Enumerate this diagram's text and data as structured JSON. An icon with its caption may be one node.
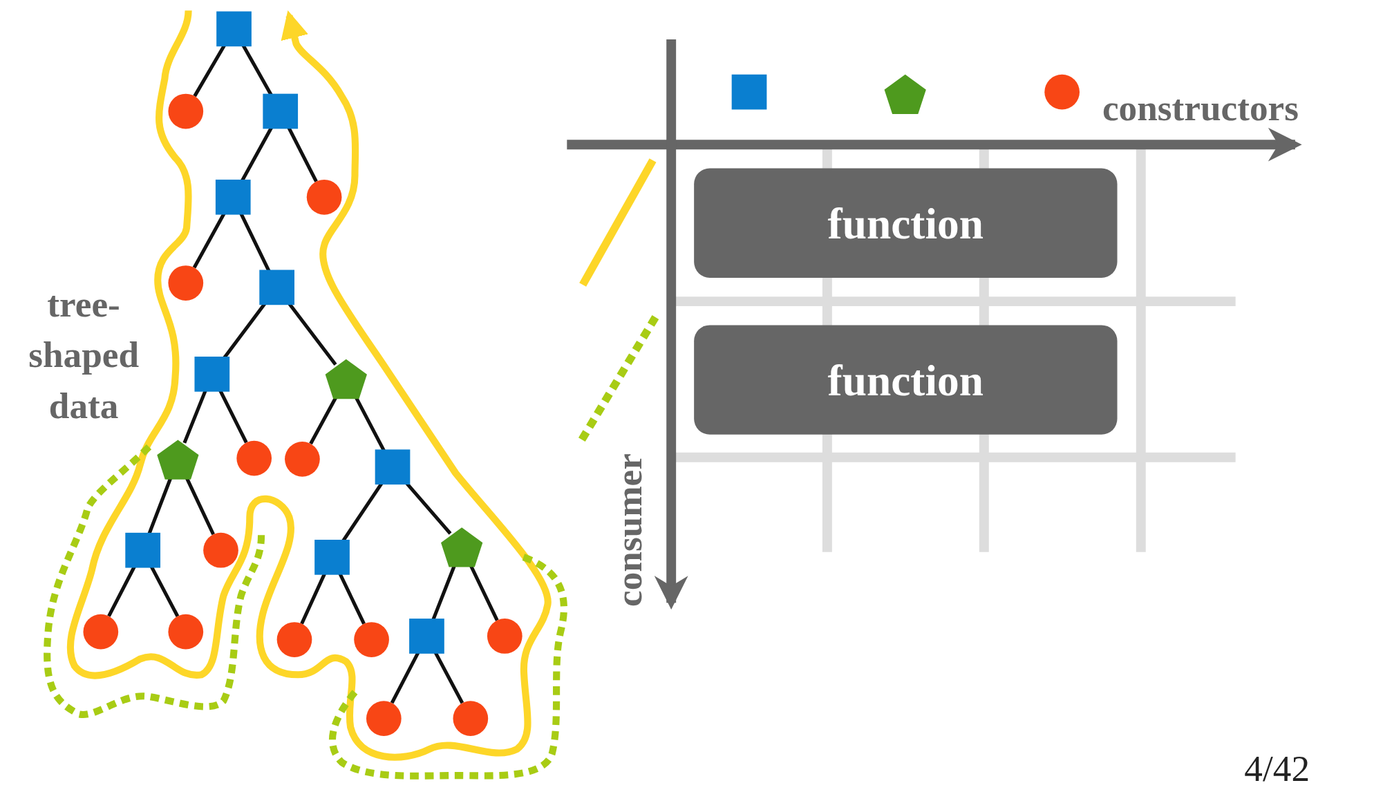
{
  "diagram": {
    "nodes": [
      {
        "text": [],
        "shape": "box"
      },
      {
        "text": [],
        "shape": "circle"
      },
      {
        "text": [],
        "shape": "box"
      },
      {
        "text": [],
        "shape": "box"
      },
      {
        "text": [],
        "shape": "circle"
      },
      {
        "text": [],
        "shape": "circle"
      },
      {
        "text": [],
        "shape": "box"
      },
      {
        "text": [],
        "shape": "box"
      },
      {
        "text": [],
        "shape": "pentagon"
      },
      {
        "text": [],
        "shape": "pentagon"
      },
      {
        "text": [],
        "shape": "circle"
      },
      {
        "text": [],
        "shape": "circle"
      },
      {
        "text": [],
        "shape": "box"
      },
      {
        "text": [],
        "shape": "box"
      },
      {
        "text": [],
        "shape": "circle"
      },
      {
        "text": [],
        "shape": "box"
      },
      {
        "text": [],
        "shape": "pentagon"
      },
      {
        "text": [],
        "shape": "circle"
      },
      {
        "text": [],
        "shape": "circle"
      },
      {
        "text": [],
        "shape": "circle"
      },
      {
        "text": [],
        "shape": "circle"
      },
      {
        "text": [],
        "shape": "box"
      },
      {
        "text": [],
        "shape": "circle"
      },
      {
        "text": [],
        "shape": "circle"
      },
      {
        "text": [],
        "shape": "circle"
      },
      {
        "text": [],
        "shape": "box"
      },
      {
        "text": [],
        "shape": "pentagon"
      },
      {
        "text": [],
        "shape": "circle"
      },
      {
        "text": [
          "function"
        ]
      },
      {
        "text": [
          "function"
        ]
      }
    ],
    "edges": [
      {
        "from": 0,
        "to": 1,
        "arrow": "none"
      },
      {
        "from": 0,
        "to": 2,
        "arrow": "none"
      },
      {
        "from": 2,
        "to": 3,
        "arrow": "none"
      },
      {
        "from": 2,
        "to": 4,
        "arrow": "none"
      },
      {
        "from": 3,
        "to": 5,
        "arrow": "none"
      },
      {
        "from": 3,
        "to": 6,
        "arrow": "none"
      },
      {
        "from": 6,
        "to": 7,
        "arrow": "none"
      },
      {
        "from": 6,
        "to": 8,
        "arrow": "none"
      },
      {
        "from": 7,
        "to": 9,
        "arrow": "none"
      },
      {
        "from": 7,
        "to": 10,
        "arrow": "none"
      },
      {
        "from": 8,
        "to": 11,
        "arrow": "none"
      },
      {
        "from": 8,
        "to": 12,
        "arrow": "none"
      },
      {
        "from": 9,
        "to": 13,
        "arrow": "none"
      },
      {
        "from": 9,
        "to": 14,
        "arrow": "none"
      },
      {
        "from": 13,
        "to": 17,
        "arrow": "none"
      },
      {
        "from": 13,
        "to": 18,
        "arrow": "none"
      },
      {
        "from": 12,
        "to": 15,
        "arrow": "none"
      },
      {
        "from": 12,
        "to": 16,
        "arrow": "none"
      },
      {
        "from": 15,
        "to": 19,
        "arrow": "none"
      },
      {
        "from": 15,
        "to": 20,
        "arrow": "none"
      },
      {
        "from": 16,
        "to": 21,
        "arrow": "none"
      },
      {
        "from": 16,
        "to": 22,
        "arrow": "none"
      },
      {
        "from": 21,
        "to": 23,
        "arrow": "none"
      },
      {
        "from": 21,
        "to": 24,
        "arrow": "none"
      }
    ],
    "labels": [
      "tree-shaped data",
      "constructors",
      "consumer",
      "4/42"
    ]
  }
}
